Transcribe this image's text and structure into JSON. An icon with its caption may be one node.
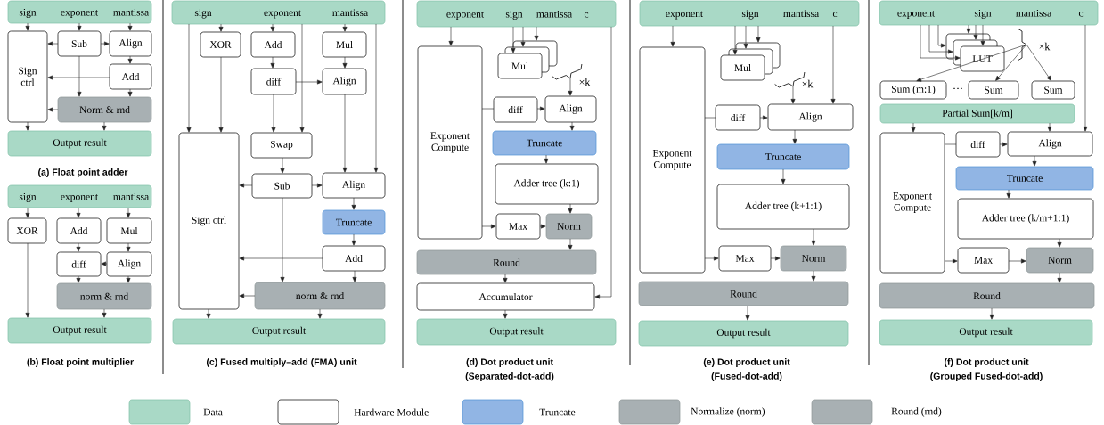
{
  "diagram": {
    "nodes": [
      {
        "text": [
          "sign",
          "exponent",
          "mantissa"
        ]
      },
      {
        "text": [
          "Sign ctrl"
        ]
      },
      {
        "text": [
          "Sub"
        ]
      },
      {
        "text": [
          "Align"
        ]
      },
      {
        "text": [
          "Add"
        ]
      },
      {
        "text": [
          "Norm & rnd"
        ]
      },
      {
        "text": [
          "Output result"
        ]
      },
      {
        "text": [
          "sign",
          "exponent",
          "mantissa"
        ]
      },
      {
        "text": [
          "XOR"
        ]
      },
      {
        "text": [
          "Add"
        ]
      },
      {
        "text": [
          "Mul"
        ]
      },
      {
        "text": [
          "diff"
        ]
      },
      {
        "text": [
          "Align"
        ]
      },
      {
        "text": [
          "norm & rnd"
        ]
      },
      {
        "text": [
          "Output result"
        ]
      },
      {
        "text": [
          "sign",
          "exponent",
          "mantissa"
        ]
      },
      {
        "text": [
          "XOR"
        ]
      },
      {
        "text": [
          "Add"
        ]
      },
      {
        "text": [
          "Mul"
        ]
      },
      {
        "text": [
          "diff"
        ]
      },
      {
        "text": [
          "Align"
        ]
      },
      {
        "text": [
          "Sign ctrl"
        ]
      },
      {
        "text": [
          "Swap"
        ]
      },
      {
        "text": [
          "Sub"
        ]
      },
      {
        "text": [
          "Align"
        ]
      },
      {
        "text": [
          "Truncate"
        ]
      },
      {
        "text": [
          "Add"
        ]
      },
      {
        "text": [
          "norm & rnd"
        ]
      },
      {
        "text": [
          "Output result"
        ]
      },
      {
        "text": [
          "exponent",
          "sign",
          "mantissa",
          "c"
        ]
      },
      {
        "text": [
          "Exponent Compute"
        ]
      },
      {
        "text": [
          "Mul"
        ]
      },
      {
        "text": [
          "diff"
        ]
      },
      {
        "text": [
          "Align"
        ]
      },
      {
        "text": [
          "Truncate"
        ]
      },
      {
        "text": [
          "Adder tree (k:1)"
        ]
      },
      {
        "text": [
          "Max"
        ]
      },
      {
        "text": [
          "Norm"
        ]
      },
      {
        "text": [
          "Round"
        ]
      },
      {
        "text": [
          "Accumulator"
        ]
      },
      {
        "text": [
          "Output result"
        ]
      },
      {
        "text": [
          "exponent",
          "sign",
          "mantissa",
          "c"
        ]
      },
      {
        "text": [
          "Exponent Compute"
        ]
      },
      {
        "text": [
          "Mul"
        ]
      },
      {
        "text": [
          "diff"
        ]
      },
      {
        "text": [
          "Align"
        ]
      },
      {
        "text": [
          "Truncate"
        ]
      },
      {
        "text": [
          "Adder tree (k+1:1)"
        ]
      },
      {
        "text": [
          "Max"
        ]
      },
      {
        "text": [
          "Norm"
        ]
      },
      {
        "text": [
          "Round"
        ]
      },
      {
        "text": [
          "Output result"
        ]
      },
      {
        "text": [
          "exponent",
          "sign",
          "mantissa",
          "c"
        ]
      },
      {
        "text": [
          "LUT"
        ]
      },
      {
        "text": [
          "Sum (m:1)"
        ]
      },
      {
        "text": [
          "Sum"
        ]
      },
      {
        "text": [
          "Sum"
        ]
      },
      {
        "text": [
          "Partial Sum[k/m]"
        ]
      },
      {
        "text": [
          "Exponent Compute"
        ]
      },
      {
        "text": [
          "diff"
        ]
      },
      {
        "text": [
          "Align"
        ]
      },
      {
        "text": [
          "Truncate"
        ]
      },
      {
        "text": [
          "Adder tree (k/m+1:1)"
        ]
      },
      {
        "text": [
          "Max"
        ]
      },
      {
        "text": [
          "Norm"
        ]
      },
      {
        "text": [
          "Round"
        ]
      },
      {
        "text": [
          "Output result"
        ]
      }
    ],
    "edges": [
      {
        "from": 0,
        "to": 1,
        "arrow": "to"
      },
      {
        "from": 0,
        "to": 2,
        "arrow": "to"
      },
      {
        "from": 0,
        "to": 3,
        "arrow": "to"
      },
      {
        "from": 2,
        "to": 1,
        "arrow": "to"
      },
      {
        "from": 2,
        "to": 3,
        "arrow": "to"
      },
      {
        "from": 3,
        "to": 4,
        "arrow": "to"
      },
      {
        "from": 4,
        "to": 1,
        "arrow": "to"
      },
      {
        "from": 2,
        "to": 5,
        "arrow": "to"
      },
      {
        "from": 4,
        "to": 5,
        "arrow": "to"
      },
      {
        "from": 5,
        "to": 1,
        "arrow": "to"
      },
      {
        "from": 1,
        "to": 6,
        "arrow": "to"
      },
      {
        "from": 5,
        "to": 6,
        "arrow": "to"
      },
      {
        "from": 7,
        "to": 8,
        "arrow": "to"
      },
      {
        "from": 7,
        "to": 9,
        "arrow": "to"
      },
      {
        "from": 7,
        "to": 10,
        "arrow": "to"
      },
      {
        "from": 9,
        "to": 11,
        "arrow": "to"
      },
      {
        "from": 10,
        "to": 12,
        "arrow": "to"
      },
      {
        "from": 12,
        "to": 11,
        "arrow": "to"
      },
      {
        "from": 11,
        "to": 13,
        "arrow": "to"
      },
      {
        "from": 12,
        "to": 13,
        "arrow": "to"
      },
      {
        "from": 8,
        "to": 14,
        "arrow": "to"
      },
      {
        "from": 13,
        "to": 14,
        "arrow": "to"
      },
      {
        "from": 15,
        "to": 21,
        "arrow": "to"
      },
      {
        "from": 15,
        "to": 16,
        "arrow": "to"
      },
      {
        "from": 16,
        "to": 21,
        "arrow": "to"
      },
      {
        "from": 15,
        "to": 17,
        "arrow": "to"
      },
      {
        "from": 15,
        "to": 22,
        "arrow": "to"
      },
      {
        "from": 15,
        "to": 18,
        "arrow": "to"
      },
      {
        "from": 15,
        "to": 24,
        "arrow": "to"
      },
      {
        "from": 17,
        "to": 19,
        "arrow": "to"
      },
      {
        "from": 18,
        "to": 20,
        "arrow": "to"
      },
      {
        "from": 19,
        "to": 20,
        "arrow": "to"
      },
      {
        "from": 19,
        "to": 22,
        "arrow": "to"
      },
      {
        "from": 20,
        "to": 24,
        "arrow": "to"
      },
      {
        "from": 22,
        "to": 23,
        "arrow": "to"
      },
      {
        "from": 23,
        "to": 21,
        "arrow": "to"
      },
      {
        "from": 23,
        "to": 24,
        "arrow": "to"
      },
      {
        "from": 24,
        "to": 25,
        "arrow": "to"
      },
      {
        "from": 25,
        "to": 26,
        "arrow": "to"
      },
      {
        "from": 26,
        "to": 21,
        "arrow": "to"
      },
      {
        "from": 23,
        "to": 27,
        "arrow": "to"
      },
      {
        "from": 26,
        "to": 27,
        "arrow": "to"
      },
      {
        "from": 27,
        "to": 21,
        "arrow": "to"
      },
      {
        "from": 21,
        "to": 28,
        "arrow": "to"
      },
      {
        "from": 27,
        "to": 28,
        "arrow": "to"
      },
      {
        "from": 29,
        "to": 30,
        "arrow": "to"
      },
      {
        "from": 29,
        "to": 31,
        "arrow": "to"
      },
      {
        "from": 29,
        "to": 31,
        "arrow": "to"
      },
      {
        "from": 29,
        "to": 31,
        "arrow": "to"
      },
      {
        "from": 31,
        "to": 33,
        "arrow": "to"
      },
      {
        "from": 29,
        "to": 39,
        "arrow": "to"
      },
      {
        "from": 30,
        "to": 32,
        "arrow": "none"
      },
      {
        "from": 32,
        "to": 33,
        "arrow": "to"
      },
      {
        "from": 33,
        "to": 34,
        "arrow": "to"
      },
      {
        "from": 34,
        "to": 35,
        "arrow": "to"
      },
      {
        "from": 35,
        "to": 37,
        "arrow": "to"
      },
      {
        "from": 30,
        "to": 36,
        "arrow": "to"
      },
      {
        "from": 36,
        "to": 37,
        "arrow": "to"
      },
      {
        "from": 37,
        "to": 38,
        "arrow": "to"
      },
      {
        "from": 38,
        "to": 39,
        "arrow": "to"
      },
      {
        "from": 39,
        "to": 40,
        "arrow": "to"
      },
      {
        "from": 41,
        "to": 42,
        "arrow": "to"
      },
      {
        "from": 41,
        "to": 43,
        "arrow": "to"
      },
      {
        "from": 41,
        "to": 43,
        "arrow": "to"
      },
      {
        "from": 41,
        "to": 43,
        "arrow": "to"
      },
      {
        "from": 43,
        "to": 45,
        "arrow": "to"
      },
      {
        "from": 41,
        "to": 45,
        "arrow": "to"
      },
      {
        "from": 42,
        "to": 44,
        "arrow": "none"
      },
      {
        "from": 44,
        "to": 45,
        "arrow": "to"
      },
      {
        "from": 45,
        "to": 46,
        "arrow": "to"
      },
      {
        "from": 46,
        "to": 47,
        "arrow": "to"
      },
      {
        "from": 47,
        "to": 49,
        "arrow": "to"
      },
      {
        "from": 42,
        "to": 48,
        "arrow": "to"
      },
      {
        "from": 48,
        "to": 49,
        "arrow": "to"
      },
      {
        "from": 49,
        "to": 50,
        "arrow": "to"
      },
      {
        "from": 50,
        "to": 51,
        "arrow": "to"
      },
      {
        "from": 52,
        "to": 53,
        "arrow": "to"
      },
      {
        "from": 52,
        "to": 53,
        "arrow": "to"
      },
      {
        "from": 52,
        "to": 53,
        "arrow": "to"
      },
      {
        "from": 52,
        "to": 53,
        "arrow": "to"
      },
      {
        "from": 52,
        "to": 53,
        "arrow": "to"
      },
      {
        "from": 52,
        "to": 53,
        "arrow": "to"
      },
      {
        "from": 53,
        "to": 54,
        "arrow": "to"
      },
      {
        "from": 53,
        "to": 55,
        "arrow": "to"
      },
      {
        "from": 53,
        "to": 56,
        "arrow": "to"
      },
      {
        "from": 57,
        "to": 58,
        "arrow": "to"
      },
      {
        "from": 57,
        "to": 60,
        "arrow": "to"
      },
      {
        "from": 52,
        "to": 60,
        "arrow": "to"
      },
      {
        "from": 58,
        "to": 59,
        "arrow": "none"
      },
      {
        "from": 59,
        "to": 60,
        "arrow": "to"
      },
      {
        "from": 60,
        "to": 61,
        "arrow": "to"
      },
      {
        "from": 61,
        "to": 62,
        "arrow": "to"
      },
      {
        "from": 62,
        "to": 64,
        "arrow": "to"
      },
      {
        "from": 58,
        "to": 63,
        "arrow": "to"
      },
      {
        "from": 63,
        "to": 64,
        "arrow": "to"
      },
      {
        "from": 64,
        "to": 65,
        "arrow": "to"
      },
      {
        "from": 65,
        "to": 66,
        "arrow": "to"
      }
    ],
    "labels": [
      "(a) Float point adder",
      "(b) Float point multiplier",
      "(c) Fused multiply–add (FMA) unit",
      "×k",
      "(d) Dot product unit",
      "(Separated-dot-add)",
      "×k",
      "(e) Dot product unit",
      "(Fused-dot-add)",
      "×k",
      "···",
      "(f) Dot product unit",
      "(Grouped Fused-dot-add)"
    ],
    "legend": [
      {
        "text": "Data",
        "color": "#a9d9c6"
      },
      {
        "text": "Hardware Module"
      },
      {
        "text": "Truncate",
        "color": "#91b5e4"
      },
      {
        "text": "Normalize (norm)",
        "color": "#a8b0b3"
      },
      {
        "text": "Round (rnd)",
        "color": "#a8b0b3"
      }
    ]
  }
}
